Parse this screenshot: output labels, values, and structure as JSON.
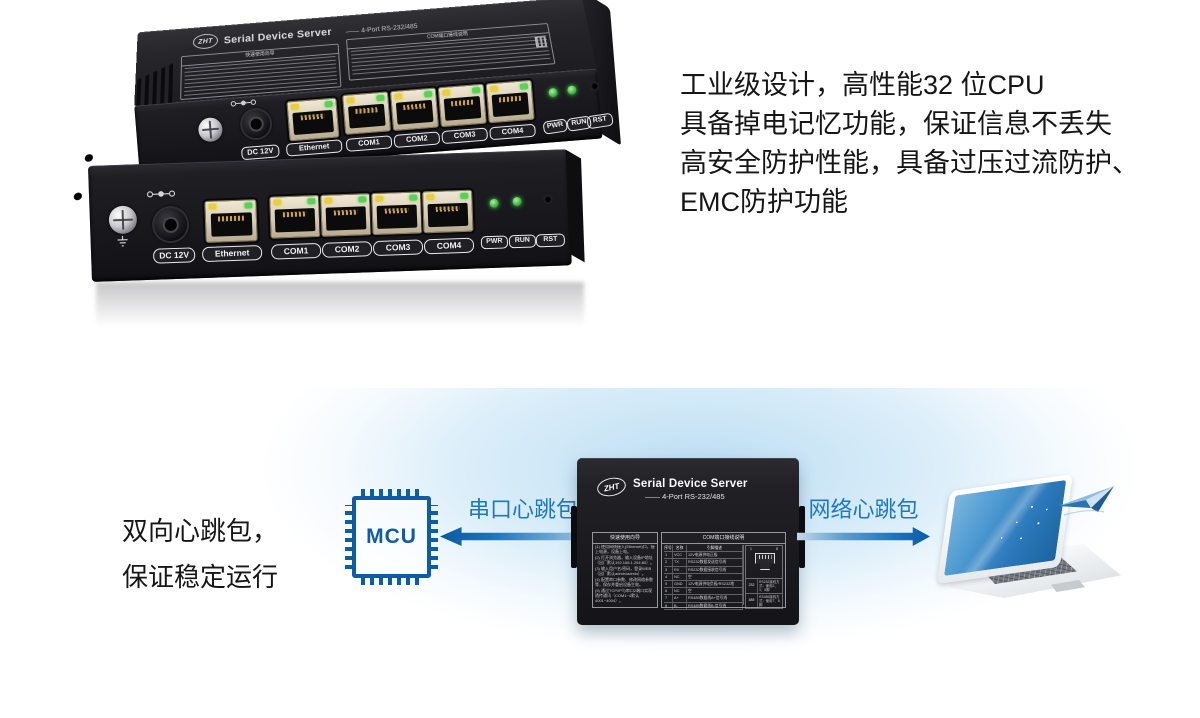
{
  "features": {
    "lines": [
      "工业级设计，高性能32 位CPU",
      "具备掉电记忆功能，保证信息不丢失",
      "高安全防护性能，具备过压过流防护、",
      "EMC防护功能"
    ]
  },
  "heartbeat": {
    "caption_line1": "双向心跳包，",
    "caption_line2": "保证稳定运行",
    "serial_label": "串口心跳包",
    "network_label": "网络心跳包",
    "mcu_label": "MCU"
  },
  "device": {
    "brand": "ZHT",
    "title": "Serial Device Server",
    "subtitle": "—— 4-Port RS-232/485",
    "ports": {
      "power": "DC 12V",
      "ethernet": "Ethernet",
      "com1": "COM1",
      "com2": "COM2",
      "com3": "COM3",
      "com4": "COM4",
      "pwr": "PWR",
      "run": "RUN",
      "rst": "RST"
    },
    "quick_guide": {
      "title": "快速使用向导",
      "items": [
        "(1) 使用网线接入(Ethernet)口，接上电源，设备上电。",
        "(2) 打开浏览器，输入设备IP地址（出厂默认192.168.1.254:80）。",
        "(3) 输入用户名/密码，登录WEB（出厂默认admin/admin）。",
        "(4) 配置串口参数、修改网络参数等，保存并重启设备生效。",
        "(5) 通过TCP/IP与串口2端口实现透传通讯（COM1~4默认4001~4004）。"
      ]
    },
    "com_table": {
      "title": "COM端口接线说明",
      "headers": [
        "序号",
        "名称",
        "引脚描述"
      ],
      "rows": [
        [
          "1",
          "VCC",
          "12V电源供电正极"
        ],
        [
          "2",
          "TX",
          "RS232数据发送信号线"
        ],
        [
          "3",
          "RX",
          "RS232数据接收信号线"
        ],
        [
          "4",
          "NC",
          "空"
        ],
        [
          "5",
          "GND",
          "12V电源供电负极/RS232地"
        ],
        [
          "6",
          "NC",
          "空"
        ],
        [
          "7",
          "A+",
          "RS485数据线A+信号线"
        ],
        [
          "8",
          "B-",
          "RS485数据线B-信号线"
        ]
      ],
      "rj45_first_pin": "1",
      "rj45_last_pin": "8",
      "notes": [
        {
          "tag": "232",
          "text": "RS232接线方式：使用2、3、5脚"
        },
        {
          "tag": "485",
          "text": "RS485接线方式：使用7、8脚"
        }
      ]
    }
  },
  "colors": {
    "accent_blue": "#1a79c5",
    "arrow_dark": "#0b5aa4",
    "bg_tint": "#cfe7f6",
    "device_black": "#1b1b1e",
    "led_green": "#46c84b",
    "led_yellow": "#e7cf3e"
  }
}
